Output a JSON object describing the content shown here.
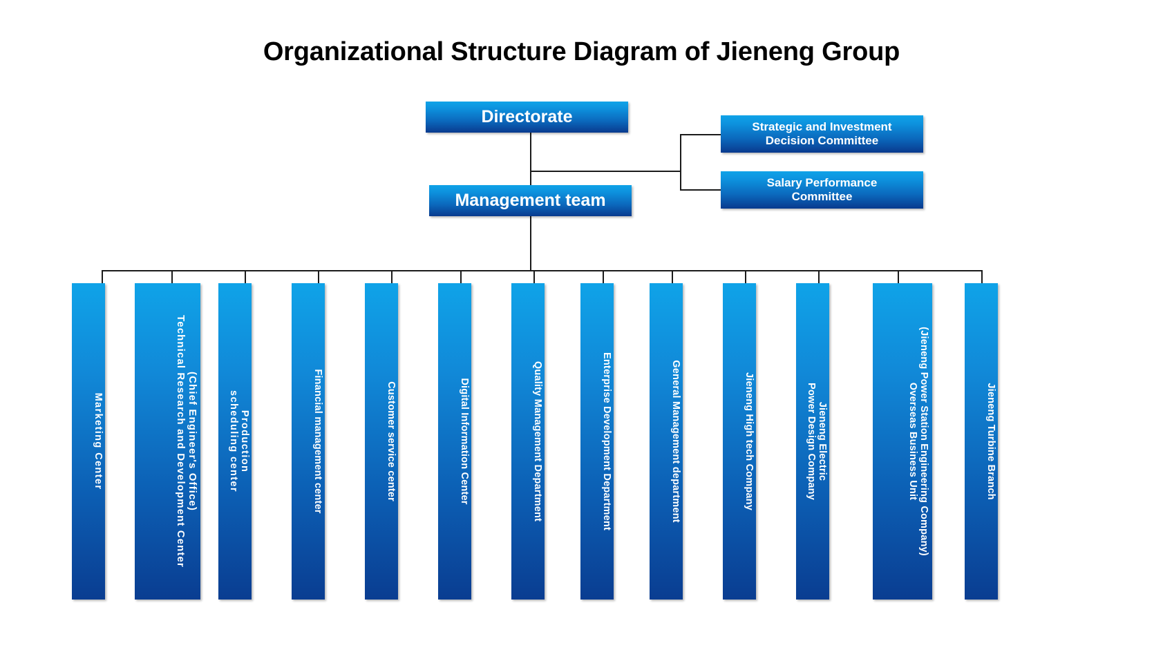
{
  "title": "Organizational Structure Diagram of Jieneng Group",
  "colors": {
    "gradient_top": "#0FA3E8",
    "gradient_bottom": "#0A3D91",
    "line": "#1A1A1A",
    "text_on_box": "#FFFFFF",
    "title_text": "#000000",
    "background": "#FFFFFF"
  },
  "top_nodes": {
    "directorate": "Directorate",
    "management_team": "Management team",
    "strategic_committee_line1": "Strategic and Investment",
    "strategic_committee_line2": "Decision Committee",
    "salary_committee_line1": "Salary Performance",
    "salary_committee_line2": "Committee"
  },
  "departments": [
    {
      "line1": "Marketing Center",
      "line2": ""
    },
    {
      "line1": "(Chief Engineer's Office)",
      "line2": "Technical Research and Development Center"
    },
    {
      "line1": "Production",
      "line2": "scheduling center"
    },
    {
      "line1": "Financial management center",
      "line2": ""
    },
    {
      "line1": "Customer service center",
      "line2": ""
    },
    {
      "line1": "Digital Information Center",
      "line2": ""
    },
    {
      "line1": "Quality Management Department",
      "line2": ""
    },
    {
      "line1": "Enterprise Development Department",
      "line2": ""
    },
    {
      "line1": "General Management department",
      "line2": ""
    },
    {
      "line1": "Jieneng High tech Company",
      "line2": ""
    },
    {
      "line1": "Jieneng Electric",
      "line2": "Power Design Company"
    },
    {
      "line1": "(Jieneng Power Station Engineering Company)",
      "line2": "Overseas Business Unit"
    },
    {
      "line1": "Jieneng Turbine Branch",
      "line2": ""
    }
  ]
}
